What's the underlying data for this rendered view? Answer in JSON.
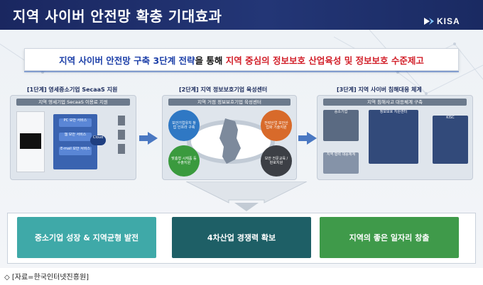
{
  "header": {
    "title": "지역 사이버 안전망 확충 기대효과",
    "logo_text": "KISA"
  },
  "banner": {
    "part1": "지역 사이버 안전망 구축 3단계 전략",
    "part2": "을 통해 ",
    "part3": "지역 중심의 정보보호 산업육성 및 정보보호 수준제고"
  },
  "stages": [
    {
      "title": "[1단계] 영세중소기업 SecaaS 지원",
      "panel_head": "지역 영세기업 SecaaS 이용료 지원",
      "items": [
        "PC 보안 서비스",
        "웹 보안 서비스",
        "E-mail 보안 서비스",
        "Cloud"
      ]
    },
    {
      "title": "[2단계] 지역 정보보호기업 육성센터",
      "panel_head": "지역 거점 정보보호기업 육성센터",
      "items": [
        "보안기업유치\n창업 인프라 구축",
        "전략산업\n보안산업화\n기술지원",
        "맞춤형 시제품\n등 수출지원",
        "보안 전문교육\n/ 판로지원"
      ]
    },
    {
      "title": "[3단계] 지역 사이버 침해대응 체계",
      "panel_head": "지역 침해사고 대응체계 구축",
      "items": [
        "중소기업",
        "정보보호 지원센터",
        "KISC",
        "지역 협력 대응체계"
      ]
    }
  ],
  "outcomes": [
    {
      "label": "중소기업 성장 & 지역균형 발전",
      "color": "#3fa9a8"
    },
    {
      "label": "4차산업 경쟁력 확보",
      "color": "#1e5f66"
    },
    {
      "label": "지역의 좋은 일자리 창출",
      "color": "#3f9a4a"
    }
  ],
  "source": "◇ [자료=한국인터넷진흥원]"
}
